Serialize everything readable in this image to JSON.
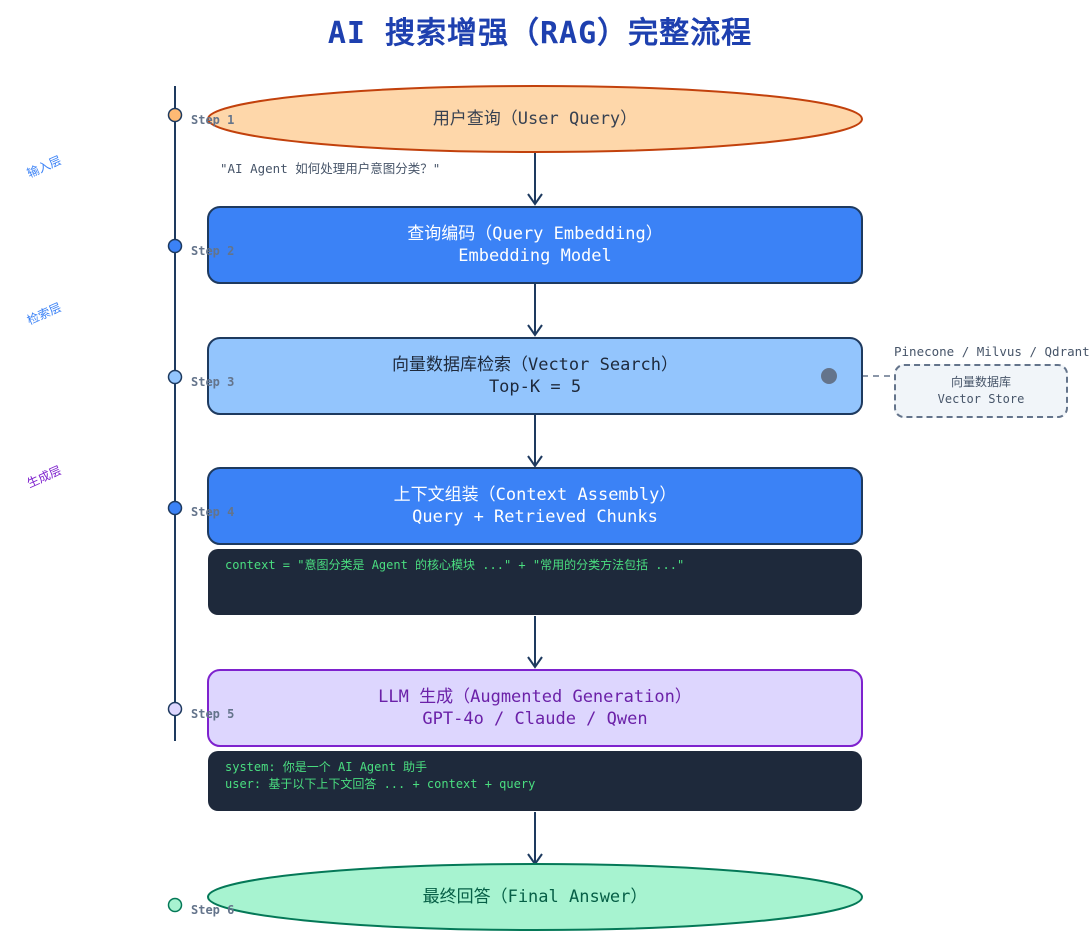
{
  "title": "AI 搜索增强（RAG）完整流程",
  "layers": [
    {
      "label": "输入层",
      "color": "#3b82f6"
    },
    {
      "label": "检索层",
      "color": "#3b82f6"
    },
    {
      "label": "生成层",
      "color": "#7e22ce"
    }
  ],
  "steps": [
    {
      "label": "Step 1",
      "dot": "#fdba74"
    },
    {
      "label": "Step 2",
      "dot": "#3b82f6"
    },
    {
      "label": "Step 3",
      "dot": "#93c5fd"
    },
    {
      "label": "Step 4",
      "dot": "#3b82f6"
    },
    {
      "label": "Step 5",
      "dot": "#ddd6fe"
    },
    {
      "label": "Step 6",
      "dot": "#a7f3d0"
    }
  ],
  "nodes": {
    "user_query": {
      "text": "用户查询（User Query）",
      "fill": "#fed7aa",
      "stroke": "#c2410c",
      "color": "#374151"
    },
    "query_embedding": {
      "text": "查询编码（Query Embedding）\nEmbedding Model",
      "fill": "#3b82f6",
      "stroke": "#1e3a5f",
      "color": "#ffffff"
    },
    "vector_search": {
      "text": "向量数据库检索（Vector Search）\nTop-K = 5",
      "fill": "#93c5fd",
      "stroke": "#1e3a5f",
      "color": "#1e293b"
    },
    "context_assembly": {
      "text": "上下文组装（Context Assembly）\nQuery + Retrieved Chunks",
      "fill": "#3b82f6",
      "stroke": "#1e3a5f",
      "color": "#ffffff"
    },
    "llm_generation": {
      "text": "LLM 生成（Augmented Generation）\nGPT-4o / Claude / Qwen",
      "fill": "#ddd6fe",
      "stroke": "#7e22ce",
      "color": "#6b21a8"
    },
    "final_answer": {
      "text": "最终回答（Final Answer）",
      "fill": "#a7f3d0",
      "stroke": "#047857",
      "color": "#065f46"
    }
  },
  "query_example": "\"AI Agent 如何处理用户意图分类？\"",
  "context_code": "context = \"意图分类是 Agent 的核心模块 ...\" + \"常用的分类方法包括 ...\"",
  "prompt_code": "system: 你是一个 AI Agent 助手\nuser: 基于以下上下文回答 ... + context + query",
  "vector_store": {
    "top_label": "Pinecone / Milvus / Qdrant",
    "box_text": "向量数据库\nVector Store"
  },
  "colors": {
    "title": "#1e40af",
    "line": "#1e3a5f",
    "code_bg": "#1e293b",
    "code_text": "#4ade80"
  }
}
